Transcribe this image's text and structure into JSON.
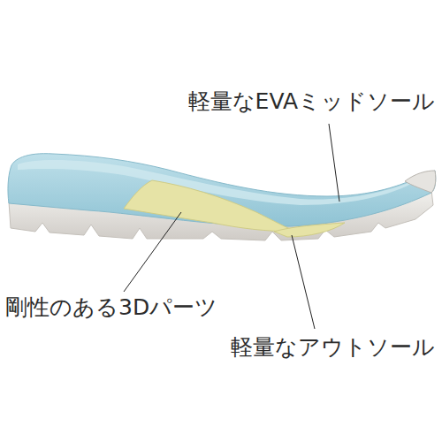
{
  "diagram": {
    "labels": [
      "軽量なEVAミッドソール",
      "剛性のある3Dパーツ",
      "軽量なアウトソール"
    ]
  }
}
